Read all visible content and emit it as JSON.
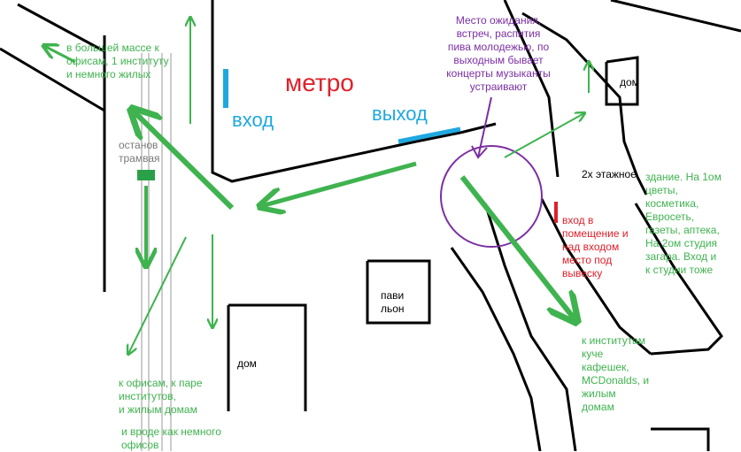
{
  "labels": {
    "metro": "метро",
    "entrance": "вход",
    "exit": "выход",
    "waiting_place": "Место ожидания,\nвстреч, распития\nпива молодежью, по\nвыходным бывает\nконцерты музыканты\nустраивают",
    "house_top_right": "дом",
    "house_bottom": "дом",
    "pavilion": "пави\nльон",
    "tram_stop": "останов\nтрамвая",
    "two_storey": "2х этажное",
    "building_desc": "здание. На 1ом\nцветы,\nкосметика,\nЕвросеть,\nгазеты, аптека,\nНа 2ом студия\nзагара. Вход и\nк студии тоже",
    "entrance_desc": "вход в\nпомещение и\nнад входом\nместо под\nвывеску",
    "flow_top_left": "в большей массе к\nофисам, 1 институту\nи немного жилых",
    "flow_bottom_left": "к офисам, к паре\nинститутов,\nи жилым домам",
    "flow_bottom_left_2": "и вроде как немного\nофисов",
    "flow_bottom_right": "к институтам\nкуче\nкафешек,\nMCDonalds, и\nжилым\nдомам"
  },
  "colors": {
    "flow": "#3fb34f",
    "walls": "#000000",
    "metro": "#e0202a",
    "entrance_mark": "#1fa8e0",
    "waiting": "#7b2fa3"
  }
}
